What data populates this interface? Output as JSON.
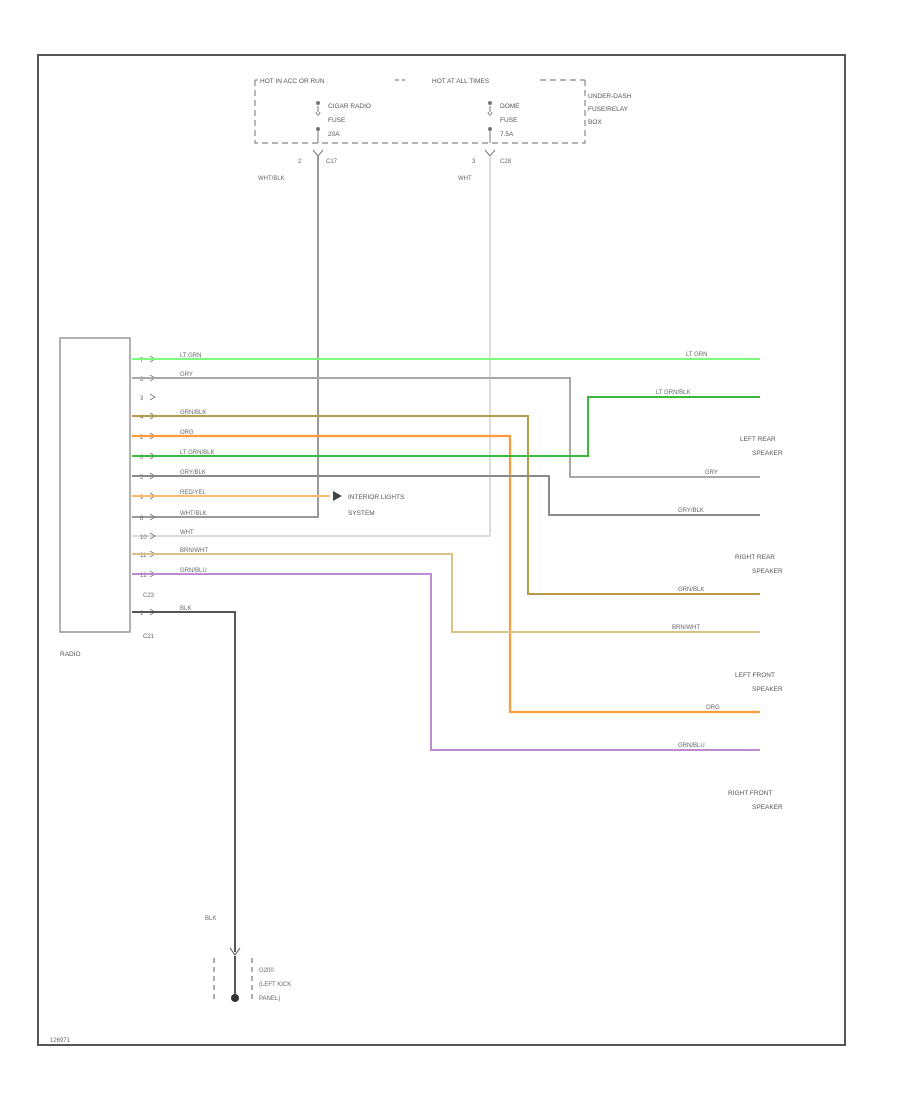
{
  "fuse_box": {
    "left_header": "HOT IN ACC OR RUN",
    "right_header": "HOT AT ALL TIMES",
    "left_fuse": [
      "CIGAR RADIO",
      "FUSE",
      "20A"
    ],
    "right_fuse": [
      "DOME",
      "FUSE",
      "7.5A"
    ],
    "box_label": [
      "UNDER-DASH",
      "FUSE/RELAY",
      "BOX"
    ],
    "left_pin": "2",
    "left_conn": "C17",
    "left_wire": "WHT/BLK",
    "right_pin": "3",
    "right_conn": "C28",
    "right_wire": "WHT"
  },
  "radio": {
    "label": "RADIO",
    "connector_top": "C23",
    "connector_bottom": "C21",
    "pins": [
      {
        "pin": "7",
        "wire": "LT GRN",
        "color": "#7dff7d"
      },
      {
        "pin": "8",
        "wire": "GRY",
        "color": "#a8a8a8"
      },
      {
        "pin": "3",
        "wire": "",
        "color": "#a8a8a8"
      },
      {
        "pin": "4",
        "wire": "GRN/BLK",
        "color": "#b99a4c"
      },
      {
        "pin": "2",
        "wire": "ORG",
        "color": "#ff9a3c"
      },
      {
        "pin": "6",
        "wire": "LT GRN/BLK",
        "color": "#3cb83c"
      },
      {
        "pin": "5",
        "wire": "GRY/BLK",
        "color": "#8a8a8a"
      },
      {
        "pin": "9",
        "wire": "RED/YEL",
        "color": "#ffb86c"
      },
      {
        "pin": "8",
        "wire": "WHT/BLK",
        "color": "#9a9a9a"
      },
      {
        "pin": "10",
        "wire": "WHT",
        "color": "#dcdcdc"
      },
      {
        "pin": "11",
        "wire": "BRN/WHT",
        "color": "#d8c28a"
      },
      {
        "pin": "12",
        "wire": "GRN/BLU",
        "color": "#c08ad0"
      },
      {
        "pin": "1",
        "wire": "BLK",
        "color": "#555555"
      }
    ]
  },
  "interior_lights": [
    "INTERIOR LIGHTS",
    "SYSTEM"
  ],
  "speakers": [
    {
      "name": [
        "LEFT REAR",
        "SPEAKER"
      ],
      "wire_top": "LT GRN",
      "wire_bottom": "LT GRN/BLK"
    },
    {
      "name": [
        "RIGHT REAR",
        "SPEAKER"
      ],
      "wire_top": "GRY",
      "wire_bottom": "GRY/BLK"
    },
    {
      "name": [
        "LEFT FRONT",
        "SPEAKER"
      ],
      "wire_top": "GRN/BLK",
      "wire_bottom": "BRN/WHT"
    },
    {
      "name": [
        "RIGHT FRONT",
        "SPEAKER"
      ],
      "wire_top": "ORG",
      "wire_bottom": "GRN/BLU"
    }
  ],
  "ground": {
    "wire": "BLK",
    "label": [
      "G200",
      "(LEFT KICK",
      "PANEL)"
    ]
  },
  "figure_id": "126971"
}
